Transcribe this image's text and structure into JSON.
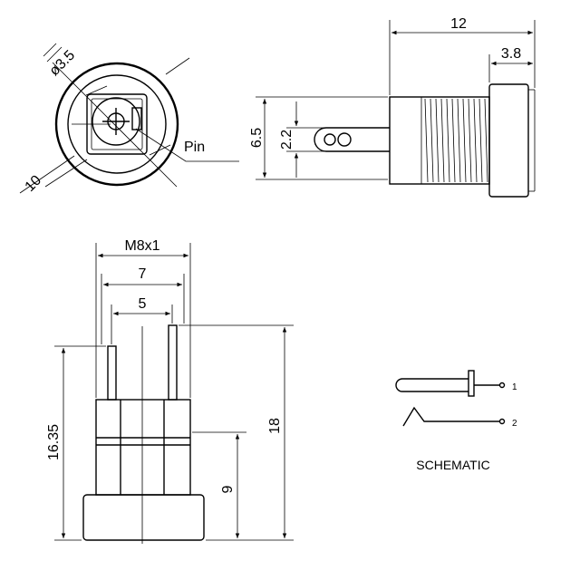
{
  "top_view": {
    "diameter_label": "ø3.5",
    "size_label": "10",
    "pin_label": "Pin"
  },
  "side_view": {
    "length_label": "12",
    "flange_label": "3.8",
    "height_label": "6.5",
    "pin_dia_label": "2.2"
  },
  "front_view": {
    "thread_label": "M8x1",
    "width_label": "7",
    "pin_spacing_label": "5",
    "pin_height_label": "16.35",
    "total_height_label": "18",
    "body_height_label": "9"
  },
  "schematic": {
    "title": "SCHEMATIC",
    "pin1_label": "1",
    "pin2_label": "2"
  }
}
